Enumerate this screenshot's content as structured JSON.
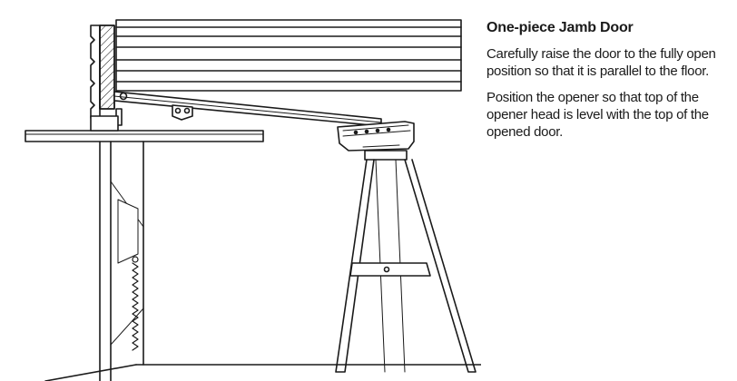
{
  "heading": "One-piece Jamb Door",
  "paragraphs": [
    "Carefully raise the door to the fully open position so that it is parallel to the floor.",
    "Position the opener so that top of the opener head is level with the top of the opened door."
  ],
  "illustration_components": [
    "header-wall",
    "jamb-hardware-door",
    "door-arm",
    "garage-door-opener-head",
    "sawhorse-support",
    "door-spring",
    "table-ledge"
  ],
  "colors": {
    "line": "#1a1a1a",
    "background": "#ffffff",
    "text": "#1a1a1a"
  }
}
